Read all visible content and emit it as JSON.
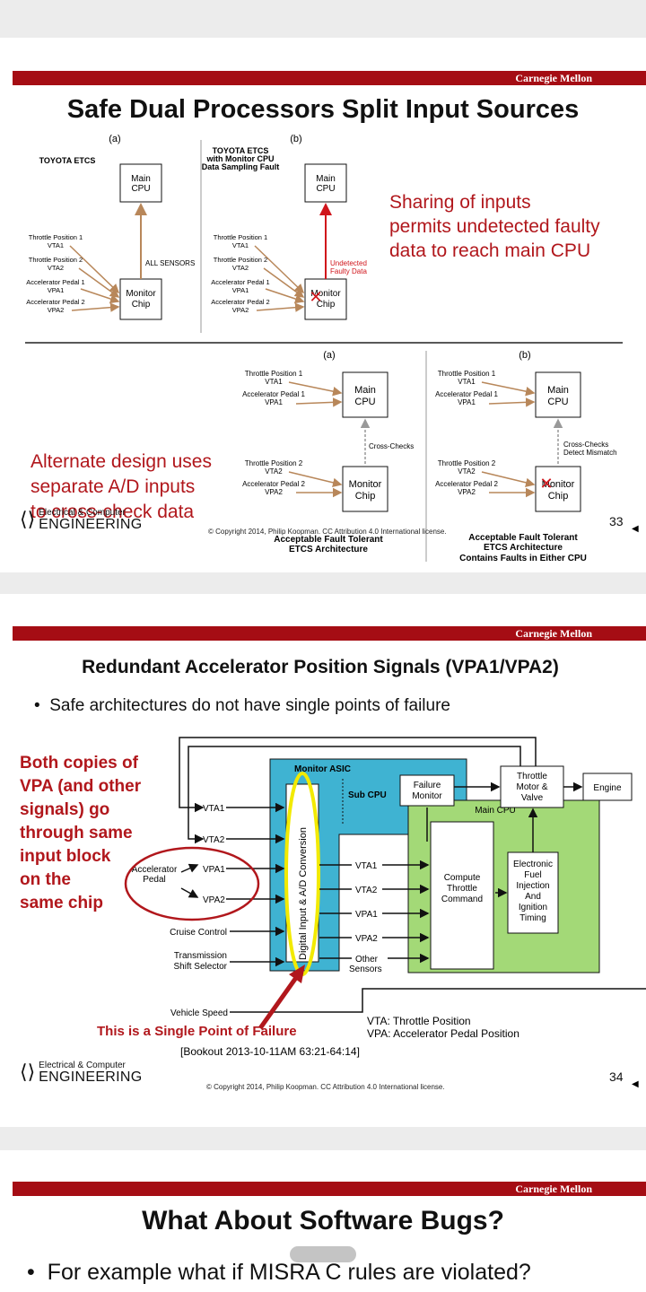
{
  "org": "Carnegie Mellon",
  "ece": {
    "line1": "Electrical & Computer",
    "line2": "ENGINEERING"
  },
  "slide33": {
    "title": "Safe Dual Processors Split Input Sources",
    "copyright": "© Copyright 2014, Philip Koopman. CC Attribution 4.0 International license.",
    "page": "33",
    "top_a": {
      "label": "(a)",
      "heading": "TOYOTA ETCS",
      "main_cpu": [
        "Main",
        "CPU"
      ],
      "monitor": [
        "Monitor",
        "Chip"
      ],
      "all_sensors": "ALL SENSORS",
      "inputs": [
        [
          "Throttle Position 1",
          "VTA1"
        ],
        [
          "Throttle Position 2",
          "VTA2"
        ],
        [
          "Accelerator Pedal 1",
          "VPA1"
        ],
        [
          "Accelerator Pedal 2",
          "VPA2"
        ]
      ]
    },
    "top_b": {
      "label": "(b)",
      "heading": [
        "TOYOTA ETCS",
        "with Monitor CPU",
        "Data Sampling Fault"
      ],
      "main_cpu": [
        "Main",
        "CPU"
      ],
      "monitor": [
        "Monitor",
        "Chip"
      ],
      "undetected": [
        "Undetected",
        "Faulty Data"
      ],
      "inputs": [
        [
          "Throttle Position 1",
          "VTA1"
        ],
        [
          "Throttle Position 2",
          "VTA2"
        ],
        [
          "Accelerator Pedal 1",
          "VPA1"
        ],
        [
          "Accelerator Pedal 2",
          "VPA2"
        ]
      ]
    },
    "sharing_text": [
      "Sharing of inputs",
      "permits undetected faulty",
      "data to reach main CPU"
    ],
    "alternate_text": [
      "Alternate design uses",
      "separate A/D inputs",
      "to cross-check data"
    ],
    "bottom_a": {
      "label": "(a)",
      "main_cpu": [
        "Main",
        "CPU"
      ],
      "monitor": [
        "Monitor",
        "Chip"
      ],
      "cross": "Cross-Checks",
      "main_inputs": [
        [
          "Throttle Position 1",
          "VTA1"
        ],
        [
          "Accelerator Pedal 1",
          "VPA1"
        ]
      ],
      "mon_inputs": [
        [
          "Throttle Position 2",
          "VTA2"
        ],
        [
          "Accelerator Pedal 2",
          "VPA2"
        ]
      ],
      "caption": [
        "Acceptable Fault Tolerant",
        "ETCS Architecture"
      ]
    },
    "bottom_b": {
      "label": "(b)",
      "main_cpu": [
        "Main",
        "CPU"
      ],
      "monitor": [
        "Monitor",
        "Chip"
      ],
      "cross": [
        "Cross-Checks",
        "Detect Mismatch"
      ],
      "main_inputs": [
        [
          "Throttle Position 1",
          "VTA1"
        ],
        [
          "Accelerator Pedal 1",
          "VPA1"
        ]
      ],
      "mon_inputs": [
        [
          "Throttle Position 2",
          "VTA2"
        ],
        [
          "Accelerator Pedal 2",
          "VPA2"
        ]
      ],
      "caption": [
        "Acceptable Fault Tolerant",
        "ETCS Architecture",
        "Contains Faults in Either CPU"
      ]
    }
  },
  "slide34": {
    "title": "Redundant Accelerator Position Signals (VPA1/VPA2)",
    "bullet": "Safe architectures do not have single points of failure",
    "both_copies": [
      "Both copies of",
      "VPA (and other",
      "signals) go",
      "through same",
      "input block",
      "on the",
      "same chip"
    ],
    "monitor_asic": "Monitor ASIC",
    "sub_cpu": "Sub CPU",
    "failure_monitor": [
      "Failure",
      "Monitor"
    ],
    "throttle_motor": [
      "Throttle",
      "Motor &",
      "Valve"
    ],
    "engine": "Engine",
    "main_cpu": "Main CPU",
    "digital_input": "Digital Input & A/D Conversion",
    "compute": [
      "Compute",
      "Throttle",
      "Command"
    ],
    "efi": [
      "Electronic",
      "Fuel",
      "Injection",
      "And",
      "Ignition",
      "Timing"
    ],
    "left_signals": [
      "VTA1",
      "VTA2",
      "VPA1",
      "VPA2"
    ],
    "accel_pedal": [
      "Accelerator",
      "Pedal"
    ],
    "cruise": "Cruise Control",
    "transmission": [
      "Transmission",
      "Shift Selector"
    ],
    "vehicle_speed": "Vehicle Speed",
    "right_signals": [
      "VTA1",
      "VTA2",
      "VPA1",
      "VPA2"
    ],
    "other_sensors": [
      "Other",
      "Sensors"
    ],
    "single_point": "This is a Single Point of Failure",
    "legend": [
      "VTA: Throttle Position",
      "VPA: Accelerator Pedal Position"
    ],
    "bookout": "[Bookout 2013-10-11AM 63:21-64:14]",
    "copyright": "© Copyright 2014, Philip Koopman. CC Attribution 4.0 International license.",
    "page": "34"
  },
  "slide35": {
    "title": "What About Software Bugs?",
    "bullet": "For example what if MISRA C rules are violated?"
  }
}
